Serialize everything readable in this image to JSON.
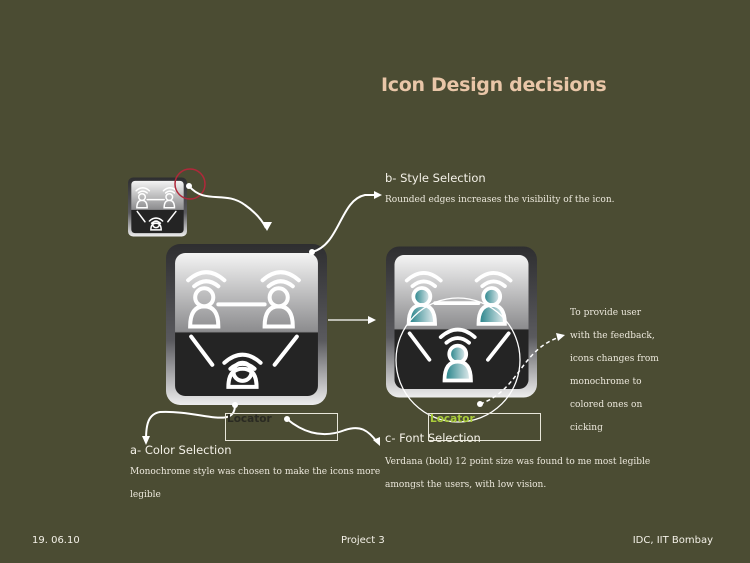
{
  "slide_title": "Icon Design decisions",
  "style_selection": {
    "heading": "b- Style Selection",
    "text": "Rounded edges increases the visibility of the icon."
  },
  "color_selection": {
    "heading": "a- Color Selection",
    "lines": [
      "Monochrome style was chosen to make the icons more",
      "legible"
    ]
  },
  "font_selection": {
    "heading": "c- Font Selection",
    "lines": [
      "Verdana (bold) 12 point size was found to me most legible",
      "amongst the users, with low vision."
    ]
  },
  "feedback_note": {
    "lines": [
      "To provide user",
      "with the feedback,",
      "icons changes from",
      "monochrome to",
      "colored ones on",
      "cicking"
    ]
  },
  "locator_labels": {
    "monochrome": "Locator",
    "colored": "Locator"
  },
  "footer": {
    "date": "19. 06.10",
    "project": "Project 3",
    "institution": "IDC, IIT Bombay"
  },
  "colors": {
    "background": "#4b4c33",
    "title": "#e9c6a8",
    "accent_teal": "#1f7f86",
    "locator_green": "#a9cc3a",
    "highlight_red": "#b0283a"
  }
}
